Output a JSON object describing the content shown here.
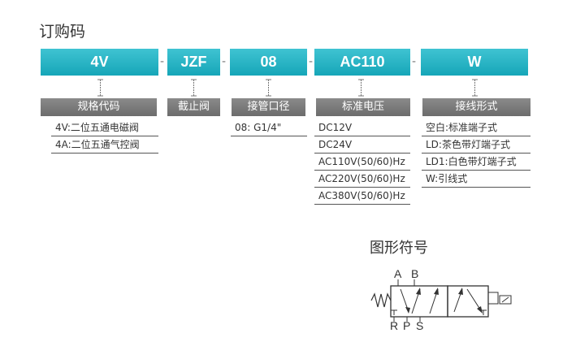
{
  "title": "订购码",
  "codes": [
    "4V",
    "JZF",
    "08",
    "AC110",
    "W"
  ],
  "separator": "-",
  "categories": [
    "规格代码",
    "截止阀",
    "接管口径",
    "标准电压",
    "接线形式"
  ],
  "options": [
    [
      "4V:二位五通电磁阀",
      "4A:二位五通气控阀"
    ],
    [],
    [
      "08: G1/4\""
    ],
    [
      "DC12V",
      "DC24V",
      "AC110V(50/60)Hz",
      "AC220V(50/60)Hz",
      "AC380V(50/60)Hz"
    ],
    [
      "空白:标准端子式",
      "LD:茶色带灯端子式",
      "LD1:白色带灯端子式",
      "W:引线式"
    ]
  ],
  "symbol_title": "图形符号",
  "ports": {
    "a": "A",
    "b": "B",
    "r": "R",
    "p": "P",
    "s": "S"
  }
}
